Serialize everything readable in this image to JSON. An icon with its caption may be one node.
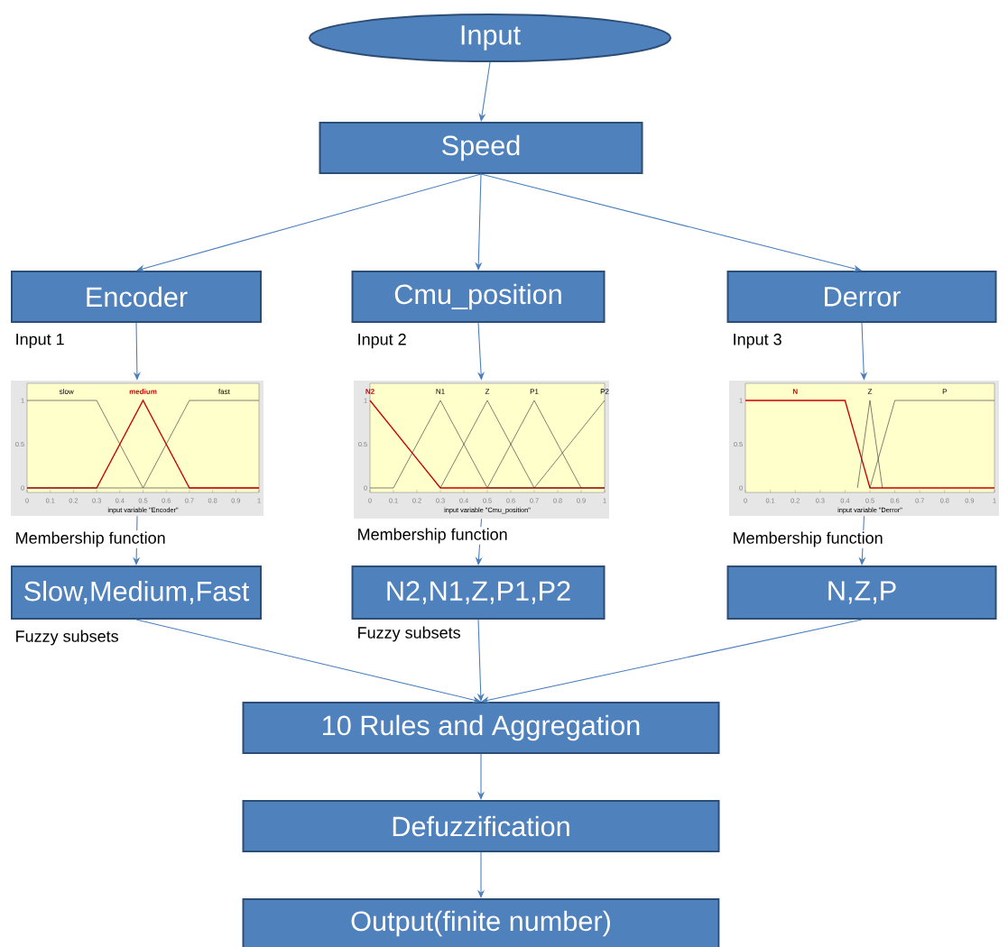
{
  "diagram": {
    "nodes": [
      {
        "text": [
          "Input"
        ]
      },
      {
        "text": [
          "Speed"
        ]
      },
      {
        "text": [
          "Encoder"
        ],
        "beside": [
          "Input 1"
        ]
      },
      {
        "text": [
          "Cmu_position"
        ],
        "beside": [
          "Input 2"
        ]
      },
      {
        "text": [
          "Derror"
        ],
        "beside": [
          "Input 3"
        ]
      },
      {
        "text": [
          "slow",
          "medium",
          "fast",
          "input variable \"Encoder\""
        ],
        "beside": [
          "Membership function"
        ]
      },
      {
        "text": [
          "N2",
          "N1",
          "Z",
          "P1",
          "P2",
          "input variable \"Cmu_position\""
        ],
        "beside": [
          "Membership function"
        ]
      },
      {
        "text": [
          "N",
          "Z",
          "P",
          "input variable \"Derror\""
        ],
        "beside": [
          "Membership function"
        ]
      },
      {
        "text": [
          "Slow,Medium,Fast"
        ],
        "beside": [
          "Fuzzy subsets"
        ]
      },
      {
        "text": [
          "N2,N1,Z,P1,P2"
        ],
        "beside": [
          "Fuzzy subsets"
        ]
      },
      {
        "text": [
          "N,Z,P"
        ]
      },
      {
        "text": [
          "10 Rules and Aggregation"
        ]
      },
      {
        "text": [
          "Defuzzification"
        ]
      },
      {
        "text": [
          "Output(finite number)"
        ]
      }
    ],
    "edges": [
      {
        "from": 0,
        "to": 1,
        "arrow": "to"
      },
      {
        "from": 1,
        "to": 2,
        "arrow": "to"
      },
      {
        "from": 1,
        "to": 3,
        "arrow": "to"
      },
      {
        "from": 1,
        "to": 4,
        "arrow": "to"
      },
      {
        "from": 2,
        "to": 5,
        "arrow": "to"
      },
      {
        "from": 3,
        "to": 6,
        "arrow": "to"
      },
      {
        "from": 4,
        "to": 7,
        "arrow": "to"
      },
      {
        "from": 5,
        "to": 8,
        "arrow": "to"
      },
      {
        "from": 6,
        "to": 9,
        "arrow": "to"
      },
      {
        "from": 7,
        "to": 10,
        "arrow": "to"
      },
      {
        "from": 8,
        "to": 11,
        "arrow": "to"
      },
      {
        "from": 9,
        "to": 11,
        "arrow": "to"
      },
      {
        "from": 10,
        "to": 11,
        "arrow": "to"
      },
      {
        "from": 11,
        "to": 12,
        "arrow": "to"
      },
      {
        "from": 12,
        "to": 13,
        "arrow": "to"
      }
    ],
    "labels": [
      "1",
      "0.5",
      "0",
      "0",
      "0.1",
      "0.2",
      "0.3",
      "0.4",
      "0.5",
      "0.6",
      "0.7",
      "0.8",
      "0.9",
      "1",
      "1",
      "0.5",
      "0",
      "0",
      "0.1",
      "0.2",
      "0.3",
      "0.4",
      "0.5",
      "0.6",
      "0.7",
      "0.8",
      "0.9",
      "1",
      "1",
      "0.5",
      "0",
      "0",
      "0.1",
      "0.2",
      "0.3",
      "0.4",
      "0.5",
      "0.6",
      "0.7",
      "0.8",
      "0.9",
      "1"
    ]
  }
}
